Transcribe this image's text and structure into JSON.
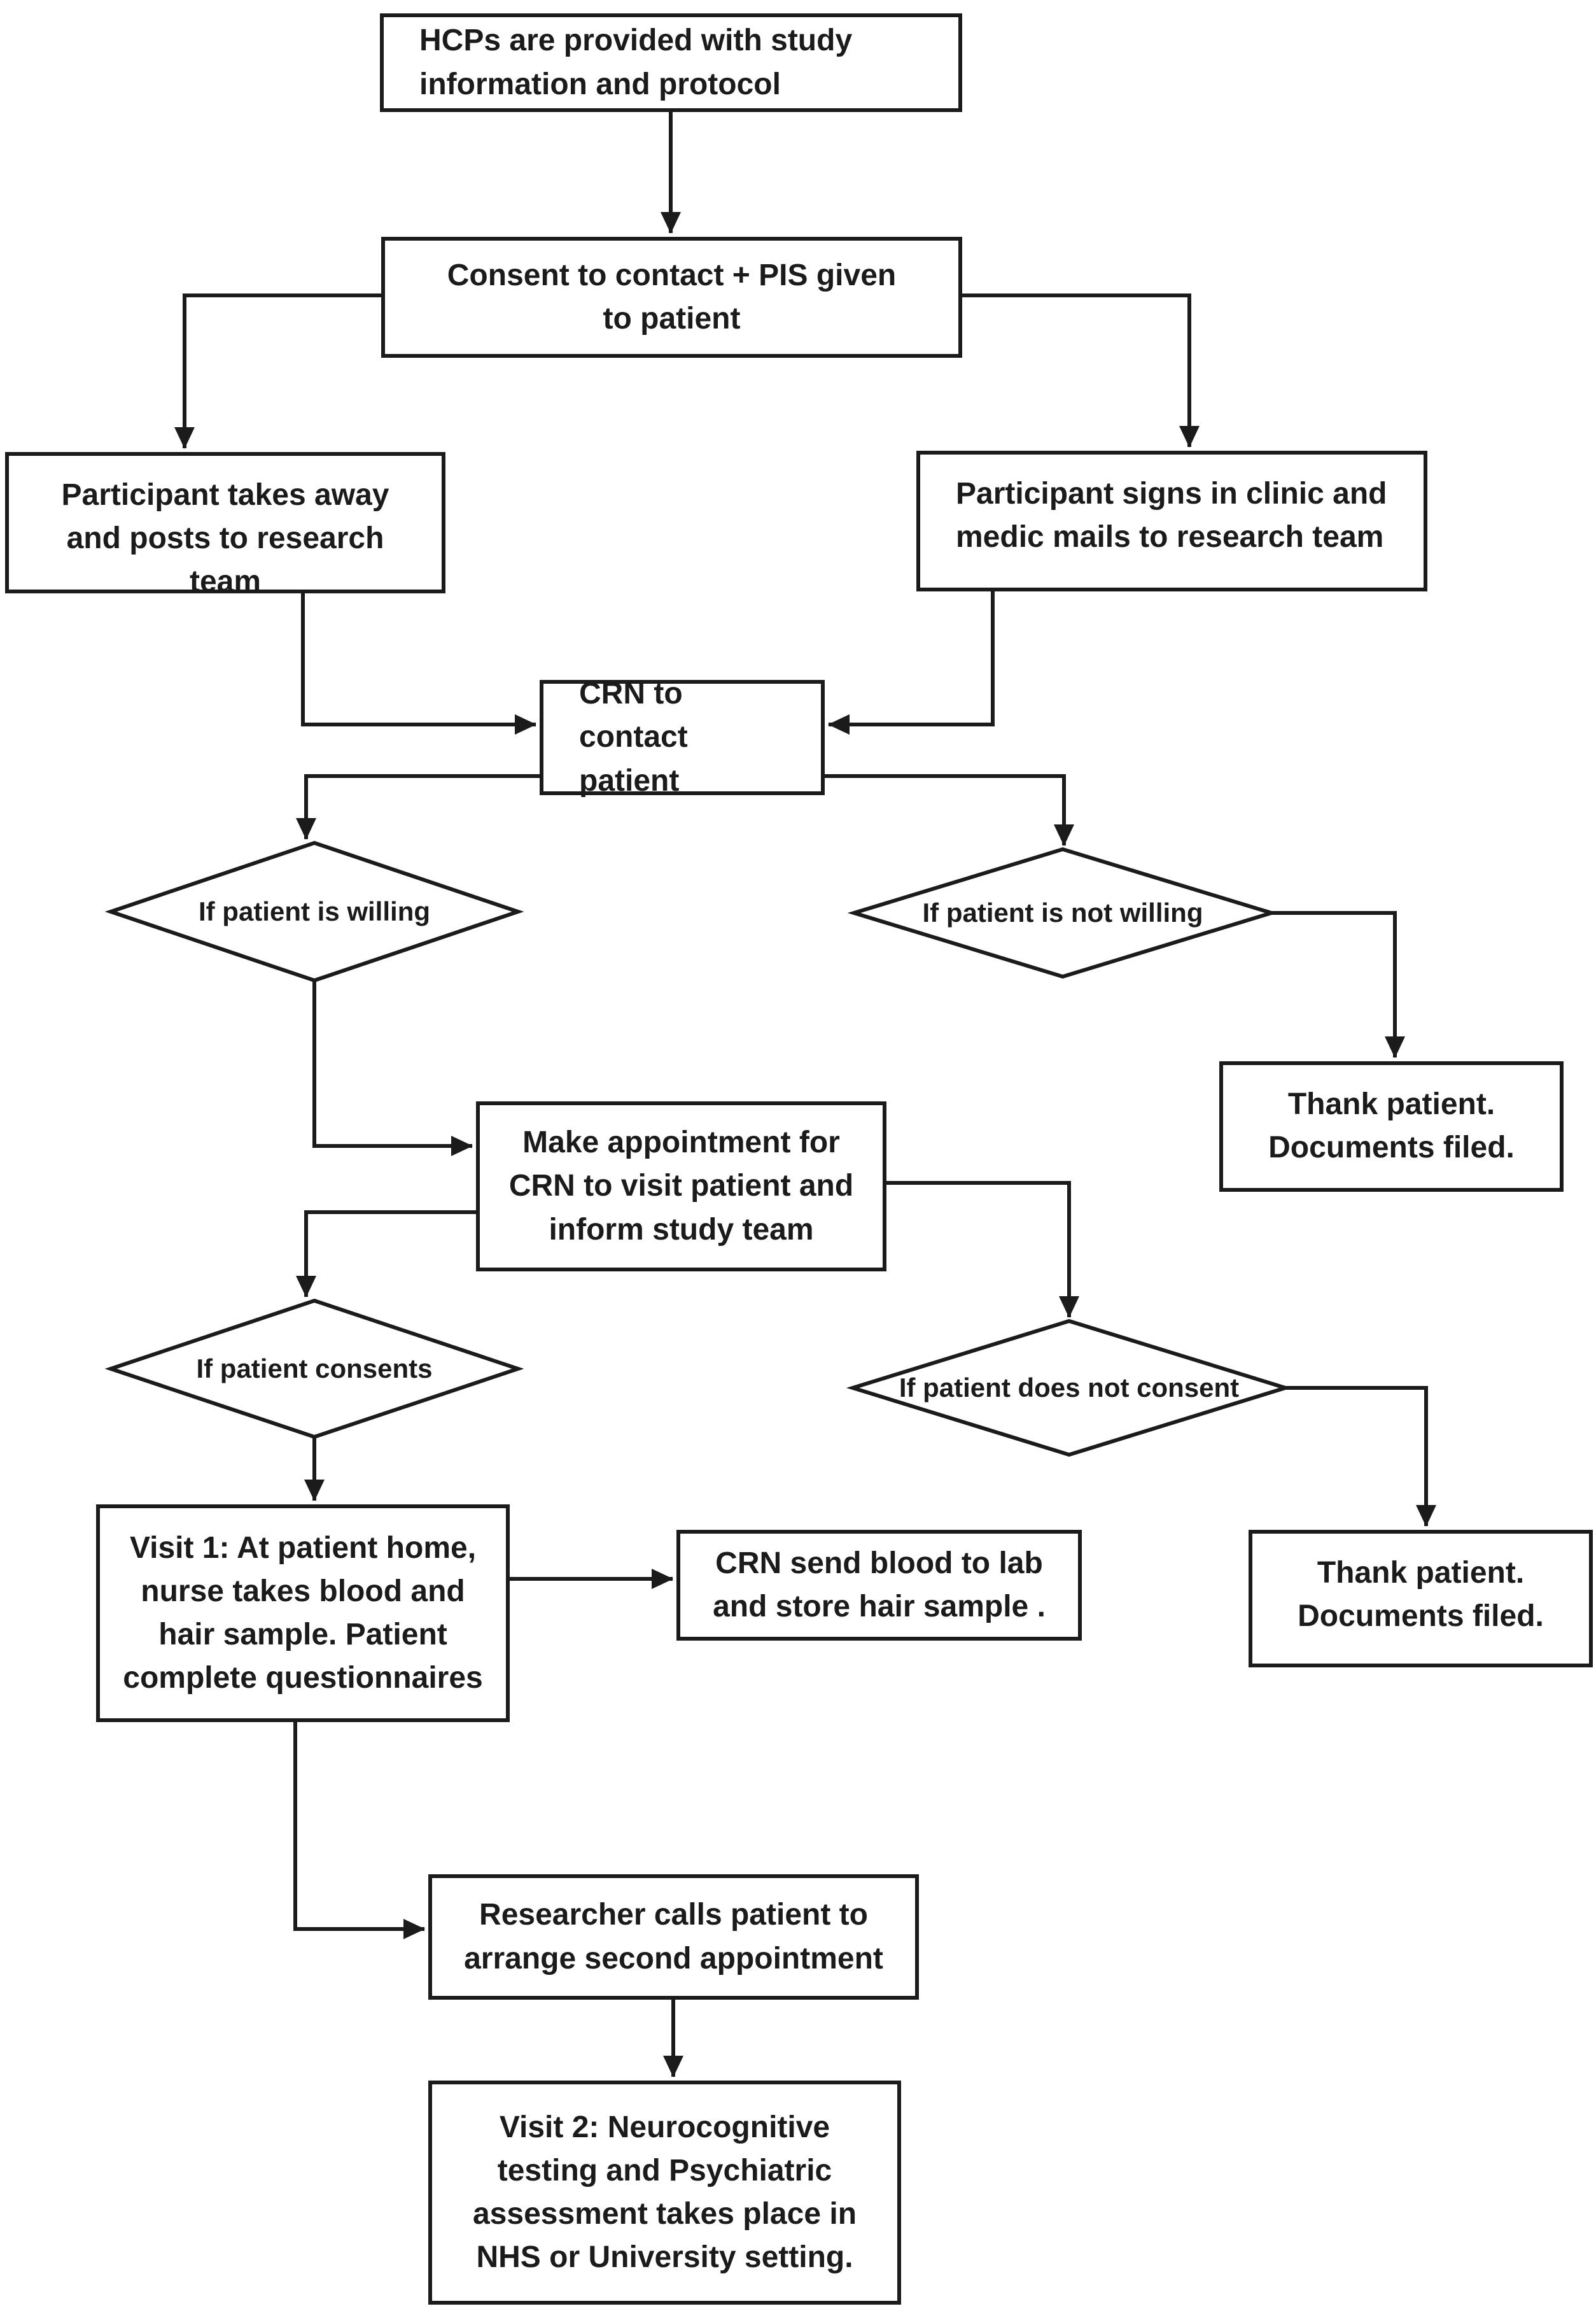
{
  "colors": {
    "ink": "#1b1b1b",
    "background": "#ffffff"
  },
  "flowchart": {
    "nodes": {
      "hcp_info": {
        "label": "HCPs are provided with study information and protocol"
      },
      "consent_contact": {
        "label": "Consent to contact + PIS given to patient"
      },
      "participant_posts": {
        "label": "Participant takes away and posts to research team"
      },
      "participant_clinic": {
        "label": "Participant signs in clinic and medic mails to research team"
      },
      "crn_contact": {
        "label": "CRN to contact patient"
      },
      "willing": {
        "label": "If patient is willing"
      },
      "not_willing": {
        "label": "If patient is not willing"
      },
      "thank_upper": {
        "label": "Thank patient. Documents filed."
      },
      "make_appointment": {
        "label": "Make appointment for CRN to visit patient and inform study team"
      },
      "consents": {
        "label": "If patient consents"
      },
      "not_consent": {
        "label": "If patient does not consent"
      },
      "visit1": {
        "label": "Visit 1: At patient home, nurse takes blood and hair sample. Patient complete questionnaires"
      },
      "crn_blood": {
        "label": "CRN send blood to lab and store hair sample ."
      },
      "thank_lower": {
        "label": "Thank patient. Documents filed."
      },
      "researcher_calls": {
        "label": "Researcher calls patient to arrange second appointment"
      },
      "visit2": {
        "label": "Visit 2: Neurocognitive testing and Psychiatric assessment takes place in NHS or University setting."
      }
    }
  }
}
